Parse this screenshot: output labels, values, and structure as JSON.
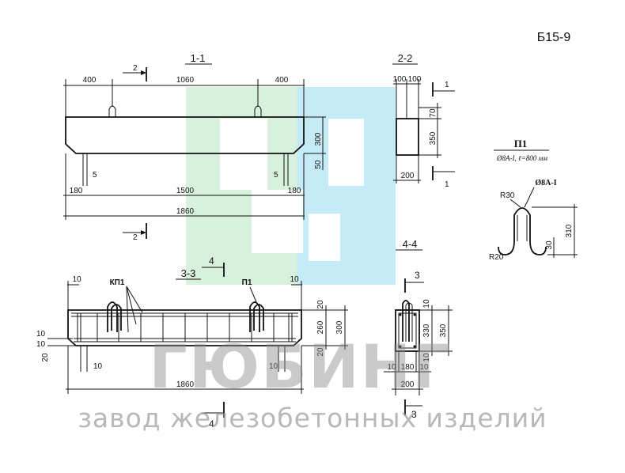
{
  "sheet_code": "Б15-9",
  "sections": {
    "s11": "1-1",
    "s22": "2-2",
    "s33": "3-3",
    "s44": "4-4"
  },
  "cut_marks": {
    "m1": "1",
    "m2": "2",
    "m3": "3",
    "m4": "4"
  },
  "view_1_1": {
    "top_dims": [
      "400",
      "1060",
      "400"
    ],
    "bottom_dims": [
      "180",
      "1500",
      "180"
    ],
    "overall": "1860",
    "right_dims": [
      "300",
      "50"
    ],
    "small_5_left": "5",
    "small_5_right": "5"
  },
  "view_2_2": {
    "top_dims": [
      "100",
      "100"
    ],
    "right_dims": [
      "70",
      "350"
    ],
    "bottom": "200"
  },
  "loop": {
    "title": "П1",
    "spec": "Ø8А-I, ℓ=800 мм",
    "bar": "Ø8А-I",
    "r_top": "R30",
    "r_bottom": "R20",
    "h": "310",
    "h2": "30"
  },
  "view_3_3": {
    "kp1": "КП1",
    "p1": "П1",
    "top_10_left": "10",
    "top_10_right": "10",
    "left_10a": "10",
    "left_10b": "10",
    "left_20": "20",
    "bottom_10": "10",
    "bottom_10b": "10",
    "right_dims": [
      "20",
      "260",
      "20"
    ],
    "right_total": "300",
    "overall": "1860"
  },
  "view_4_4": {
    "right_dims": [
      "10",
      "330",
      "10"
    ],
    "right_total": "350",
    "bottom_dims": [
      "10",
      "180",
      "10"
    ],
    "bottom": "200"
  },
  "watermark": {
    "brand": "ГЮБИНГ",
    "tagline": "завод железобетонных изделий"
  }
}
